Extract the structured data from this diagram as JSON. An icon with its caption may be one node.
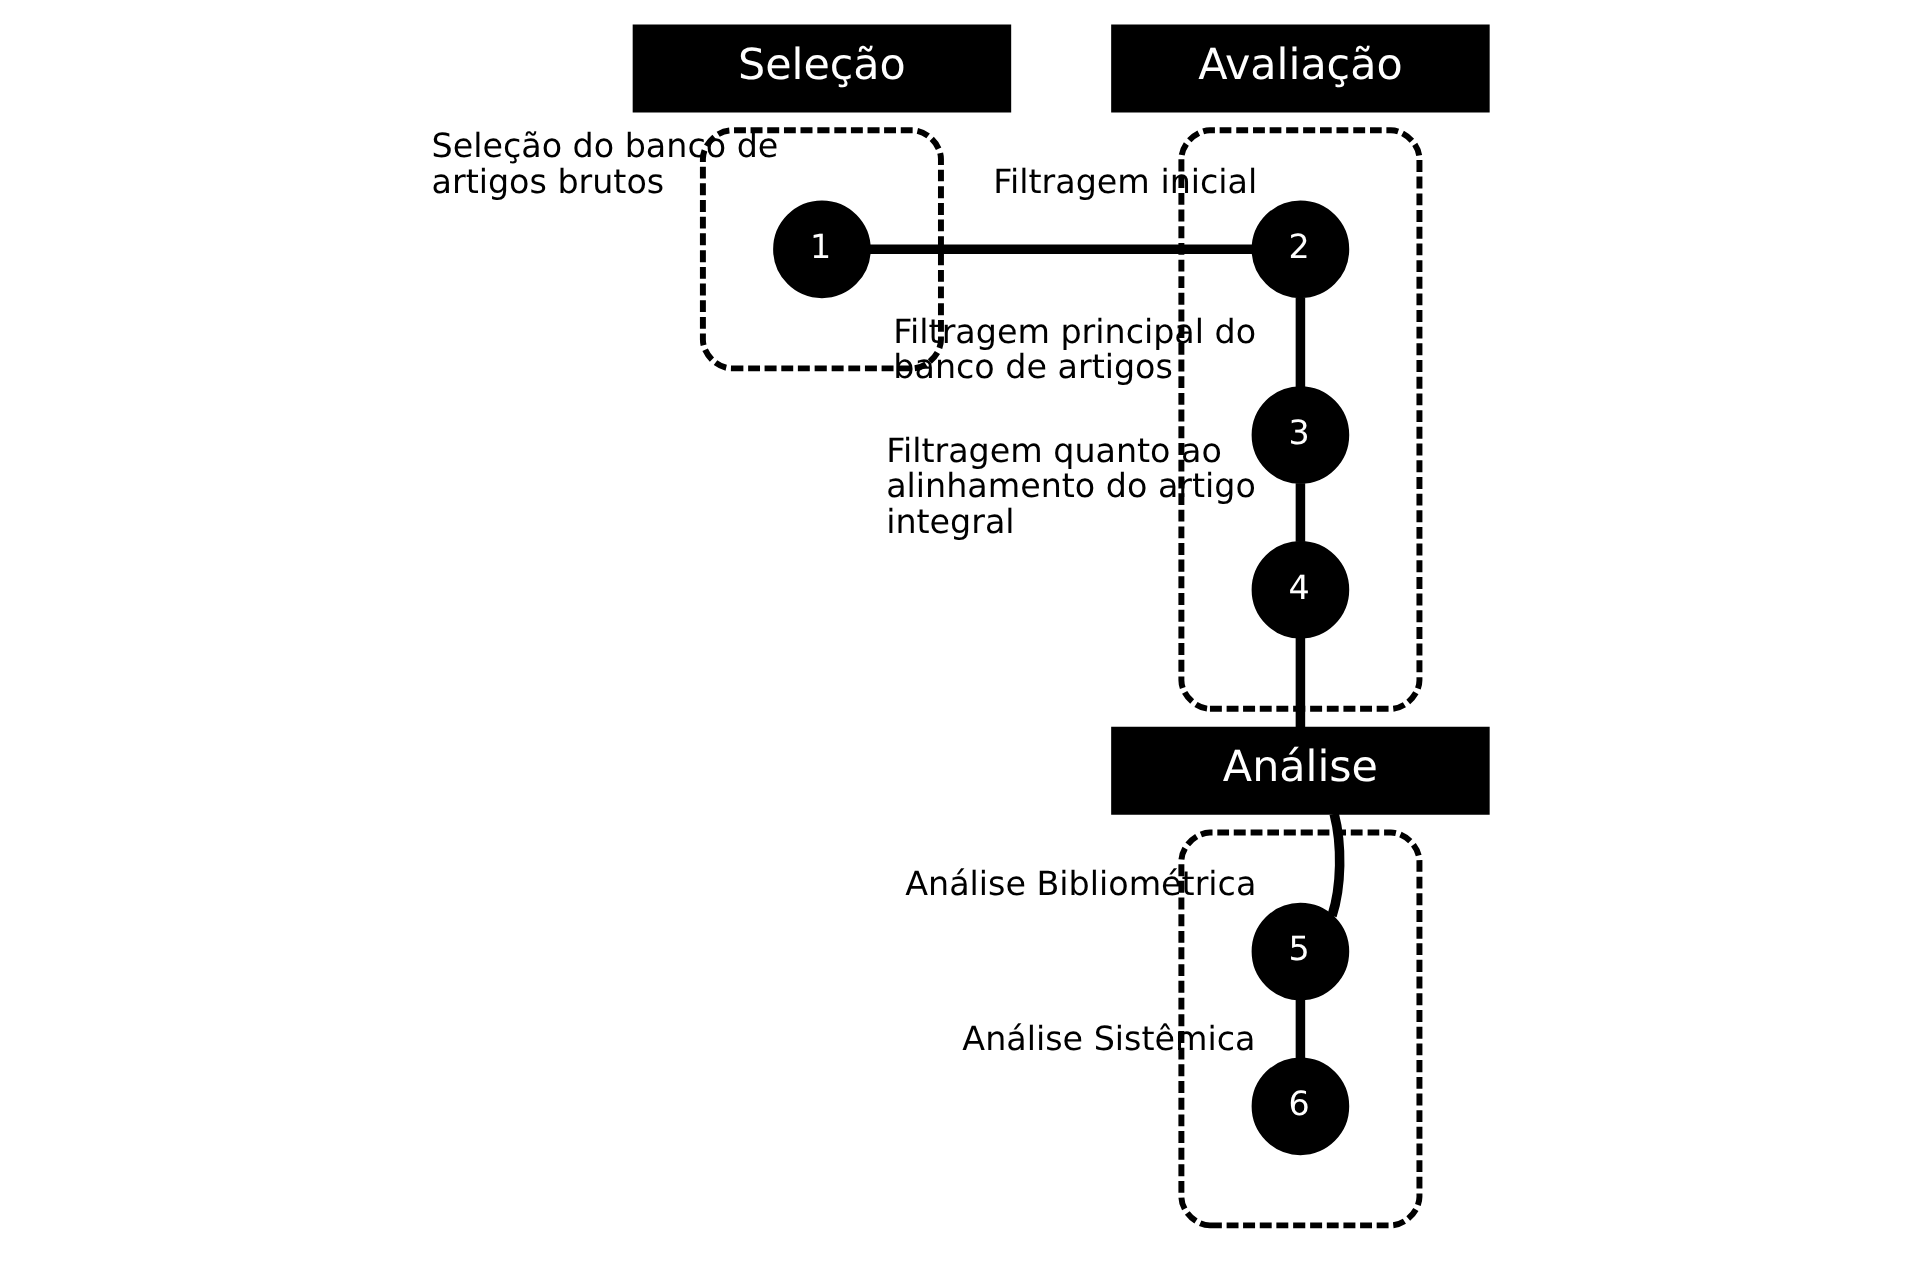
{
  "diagram": {
    "nodes": [
      {
        "text": [
          "Seleção"
        ]
      },
      {
        "text": [],
        "shape": "box"
      },
      {
        "text": [
          "1"
        ],
        "in": 1,
        "beside": [
          "Seleção do banco de artigos brutos"
        ]
      },
      {
        "text": [
          "Avaliação"
        ]
      },
      {
        "text": [],
        "shape": "box"
      },
      {
        "text": [
          "2"
        ],
        "in": 4,
        "beside": [
          "Filtragem inicial"
        ]
      },
      {
        "text": [
          "3"
        ],
        "in": 4,
        "beside": [
          "Filtragem principal do banco de artigos"
        ]
      },
      {
        "text": [
          "4"
        ],
        "in": 4,
        "beside": [
          "Filtragem quanto ao alinhamento do artigo integral"
        ]
      },
      {
        "text": [
          "Análise"
        ]
      },
      {
        "text": [],
        "shape": "box"
      },
      {
        "text": [
          "5"
        ],
        "in": 9,
        "beside": [
          "Análise Bibliométrica"
        ]
      },
      {
        "text": [
          "6"
        ],
        "in": 9,
        "beside": [
          "Análise Sistêmica"
        ]
      }
    ],
    "edges": [
      {
        "from": 2,
        "to": 5,
        "arrow": "none"
      },
      {
        "from": 5,
        "to": 6,
        "arrow": "none"
      },
      {
        "from": 6,
        "to": 7,
        "arrow": "none"
      },
      {
        "from": 7,
        "to": 8,
        "arrow": "none"
      },
      {
        "from": 8,
        "to": 10,
        "arrow": "none"
      },
      {
        "from": 10,
        "to": 11,
        "arrow": "none"
      }
    ]
  }
}
